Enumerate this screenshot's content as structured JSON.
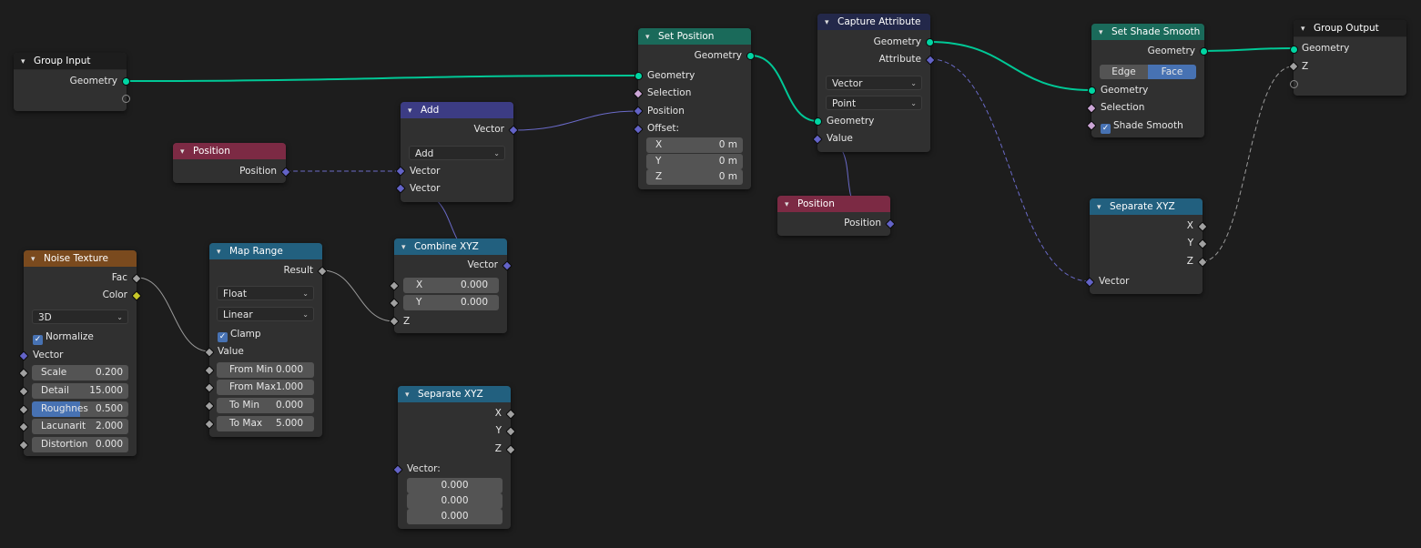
{
  "nodes": {
    "group_input": {
      "title": "Group Input",
      "geometry": "Geometry"
    },
    "position1": {
      "title": "Position",
      "out": "Position"
    },
    "add": {
      "title": "Add",
      "out": "Vector",
      "op": "Add",
      "in1": "Vector",
      "in2": "Vector"
    },
    "set_position": {
      "title": "Set Position",
      "out": "Geometry",
      "in_geo": "Geometry",
      "selection": "Selection",
      "position": "Position",
      "offset": "Offset:",
      "x_lbl": "X",
      "x_val": "0 m",
      "y_lbl": "Y",
      "y_val": "0 m",
      "z_lbl": "Z",
      "z_val": "0 m"
    },
    "capture": {
      "title": "Capture Attribute",
      "out_geo": "Geometry",
      "out_attr": "Attribute",
      "type": "Vector",
      "domain": "Point",
      "in_geo": "Geometry",
      "in_val": "Value"
    },
    "position2": {
      "title": "Position",
      "out": "Position"
    },
    "shade_smooth": {
      "title": "Set Shade Smooth",
      "out": "Geometry",
      "edge": "Edge",
      "face": "Face",
      "in_geo": "Geometry",
      "selection": "Selection",
      "smooth": "Shade Smooth"
    },
    "group_output": {
      "title": "Group Output",
      "geometry": "Geometry",
      "z": "Z"
    },
    "sep_xyz1": {
      "title": "Separate XYZ",
      "x": "X",
      "y": "Y",
      "z": "Z",
      "vector": "Vector"
    },
    "noise": {
      "title": "Noise Texture",
      "fac": "Fac",
      "color": "Color",
      "dim": "3D",
      "normalize": "Normalize",
      "vector": "Vector",
      "scale_lbl": "Scale",
      "scale_val": "0.200",
      "detail_lbl": "Detail",
      "detail_val": "15.000",
      "rough_lbl": "Roughnes",
      "rough_val": "0.500",
      "lac_lbl": "Lacunarit",
      "lac_val": "2.000",
      "dist_lbl": "Distortion",
      "dist_val": "0.000"
    },
    "map_range": {
      "title": "Map Range",
      "result": "Result",
      "dtype": "Float",
      "interp": "Linear",
      "clamp": "Clamp",
      "value": "Value",
      "fmin_lbl": "From Min",
      "fmin_val": "0.000",
      "fmax_lbl": "From Max",
      "fmax_val": "1.000",
      "tmin_lbl": "To Min",
      "tmin_val": "0.000",
      "tmax_lbl": "To Max",
      "tmax_val": "5.000"
    },
    "combine": {
      "title": "Combine XYZ",
      "out": "Vector",
      "x_lbl": "X",
      "x_val": "0.000",
      "y_lbl": "Y",
      "y_val": "0.000",
      "z": "Z"
    },
    "sep_xyz2": {
      "title": "Separate XYZ",
      "x": "X",
      "y": "Y",
      "z": "Z",
      "vector": "Vector:",
      "v1": "0.000",
      "v2": "0.000",
      "v3": "0.000"
    }
  },
  "colors": {
    "geometry_socket": "#00d6a3",
    "vector_socket": "#6363c7",
    "float_socket": "#a1a1a1",
    "color_socket": "#c7c729"
  },
  "icons": [
    "chevron-down-icon",
    "checkbox-icon"
  ]
}
